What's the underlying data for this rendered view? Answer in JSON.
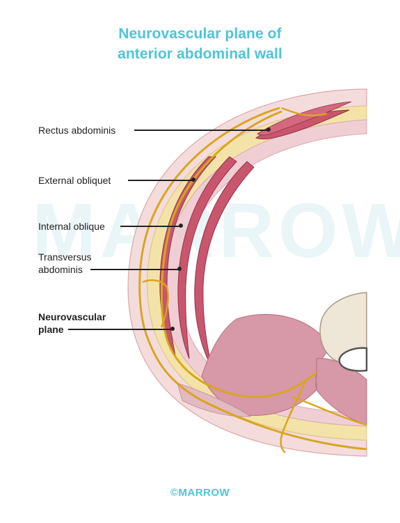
{
  "title": {
    "line1": "Neurovascular plane of",
    "line2": "anterior abdominal wall"
  },
  "labels": {
    "rectus": "Rectus abdominis",
    "external": "External obliquet",
    "internal": "Internal oblique",
    "transversus_line1": "Transversus",
    "transversus_line2": "abdominis",
    "neuro_line1": "Neurovascular",
    "neuro_line2": "plane"
  },
  "watermark": "MARROW",
  "footer": "©MARROW",
  "colors": {
    "title": "#4fc3d9",
    "skin": "#f4dcdc",
    "fat": "#f4e3a8",
    "muscle": "#c9566e",
    "nerve": "#d9a520",
    "bone": "#eee6d6"
  }
}
